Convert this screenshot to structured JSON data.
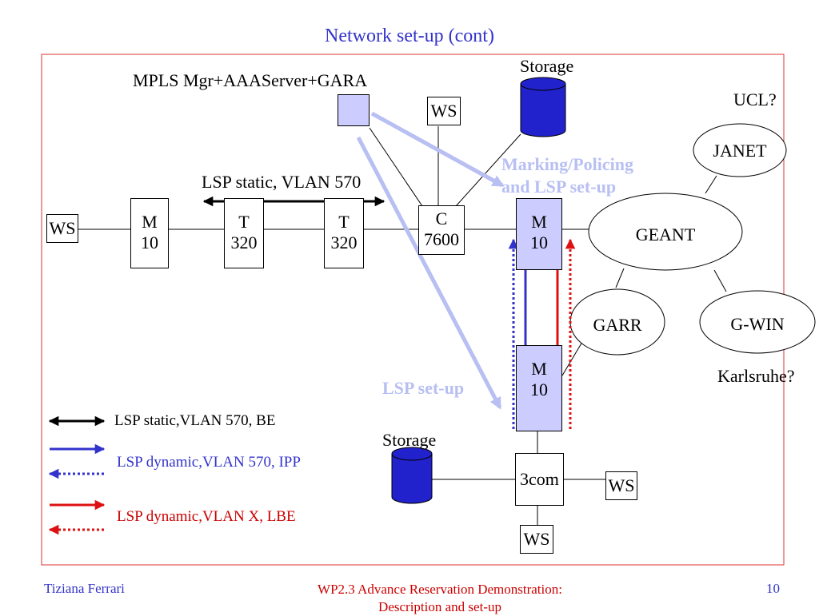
{
  "slide": {
    "title": "Network set-up (cont)",
    "footer": {
      "author": "Tiziana Ferrari",
      "center_line1": "WP2.3 Advance Reservation Demonstration:",
      "center_line2": "Description and set-up",
      "page": "10"
    }
  },
  "nodes": {
    "ws_left": "WS",
    "m10_a": [
      "M",
      "10"
    ],
    "t320_a": [
      "T",
      "320"
    ],
    "t320_b": [
      "T",
      "320"
    ],
    "c7600": [
      "C",
      "7600"
    ],
    "m10_b": [
      "M",
      "10"
    ],
    "m10_c": [
      "M",
      "10"
    ],
    "ws_top": "WS",
    "com3": "3com",
    "ws_right": "WS",
    "ws_bottom": "WS",
    "janet": "JANET",
    "geant": "GEANT",
    "garr": "GARR",
    "gwin": "G-WIN"
  },
  "labels": {
    "mpls_mgr": "MPLS Mgr+AAAServer+GARA",
    "storage_top": "Storage",
    "storage_bottom": "Storage",
    "ucl": "UCL?",
    "karlsruhe": "Karlsruhe?",
    "lsp_static": "LSP static, VLAN 570",
    "marking_line1": "Marking/Policing",
    "marking_line2": "and LSP set-up",
    "lsp_setup": "LSP set-up"
  },
  "legend": [
    {
      "text": "LSP static,VLAN 570, BE",
      "color": "#000000"
    },
    {
      "text": "LSP dynamic,VLAN 570, IPP",
      "color": "#3333cc"
    },
    {
      "text": "LSP dynamic,VLAN X, LBE",
      "color": "#cc0000"
    }
  ],
  "colors": {
    "frame": "#dd3333",
    "title": "#3333cc",
    "dynamic_ipp": "#3333cc",
    "dynamic_lbe": "#dd1111",
    "signalling": "#b8bff2",
    "storage": "#2222cc",
    "mgr_box": "#ccccff"
  }
}
